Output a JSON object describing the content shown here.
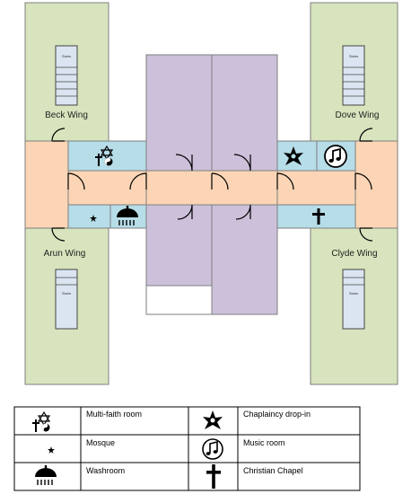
{
  "wings": [
    {
      "name": "Beck Wing"
    },
    {
      "name": "Dove Wing"
    },
    {
      "name": "Arun Wing"
    },
    {
      "name": "Clyde Wing"
    }
  ],
  "stairs": {
    "label": "Stairs"
  },
  "colors": {
    "wing": "#d7e4bd",
    "corridor": "#fbd5b5",
    "hall": "#ccc0da",
    "facility": "#b6dde8",
    "stairs": "#dbe5f1",
    "outline": "#7f7f7f",
    "door": "#000000"
  },
  "legend": {
    "items": [
      {
        "label": "Multi-faith room",
        "icon": "multi-faith-icon"
      },
      {
        "label": "Chaplaincy drop-in",
        "icon": "chaplaincy-flower-icon"
      },
      {
        "label": "Mosque",
        "icon": "crescent-star-icon"
      },
      {
        "label": "Music room",
        "icon": "music-note-icon"
      },
      {
        "label": "Washroom",
        "icon": "shower-icon"
      },
      {
        "label": "Christian Chapel",
        "icon": "cross-icon"
      }
    ]
  }
}
